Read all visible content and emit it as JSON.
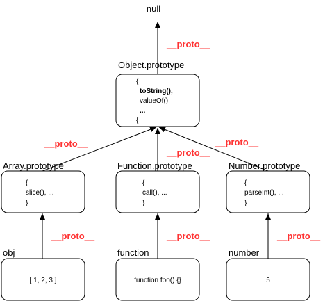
{
  "null_label": "null",
  "proto_label": "__proto__",
  "object_prototype": {
    "title": "Object.prototype",
    "lines": [
      "{",
      "toString(),",
      "valueOf(),",
      "...",
      "{"
    ]
  },
  "array_prototype": {
    "title": "Array.prototype",
    "lines": [
      "{",
      "slice(), ...",
      "}"
    ]
  },
  "function_prototype": {
    "title": "Function.prototype",
    "lines": [
      "{",
      "call(), ...",
      "}"
    ]
  },
  "number_prototype": {
    "title": "Number.prototype",
    "lines": [
      "{",
      "parseInt(), ...",
      "}"
    ]
  },
  "obj": {
    "title": "obj",
    "value": "[ 1, 2, 3 ]"
  },
  "function": {
    "title": "function",
    "value": "function foo() {}"
  },
  "number": {
    "title": "number",
    "value": "5"
  }
}
